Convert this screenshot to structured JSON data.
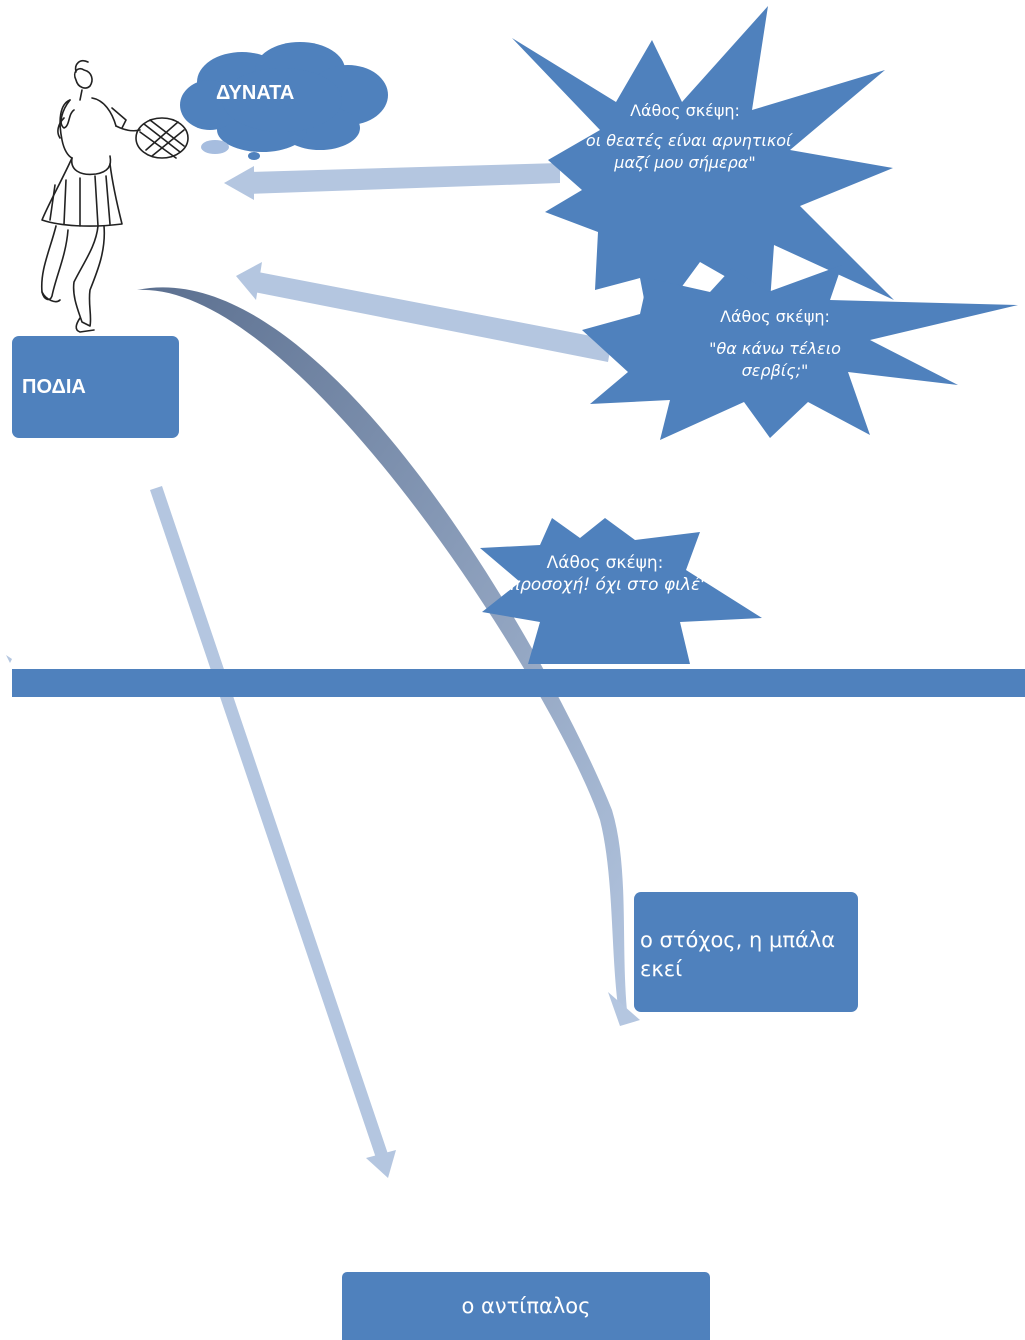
{
  "figure": {
    "cloud_label": "ΔΥΝΑΤΑ",
    "feet_box": "ΠΟΔΙΑ",
    "thought_1": {
      "title": "Λάθος σκέψη:",
      "quote": "\"οι θεατές είναι αρνητικοί μαζί μου σήμερα\""
    },
    "thought_2": {
      "title": "Λάθος σκέψη:",
      "quote": "\"θα κάνω τέλειο σερβίς;\""
    },
    "thought_3": {
      "title": "Λάθος σκέψη:",
      "quote": "\"προσοχή! όχι στο φιλέ\""
    },
    "target_box": "ο στόχος, η μπάλα εκεί",
    "opponent_box": "ο αντίπαλος"
  },
  "colors": {
    "box_fill": "#4f81bd",
    "arrow_fill": "#b4c6e0",
    "net_fill": "#4f81bd",
    "text": "#ffffff"
  },
  "icons": {
    "player": "tennis-player-illustration",
    "cloud": "thought-cloud"
  }
}
